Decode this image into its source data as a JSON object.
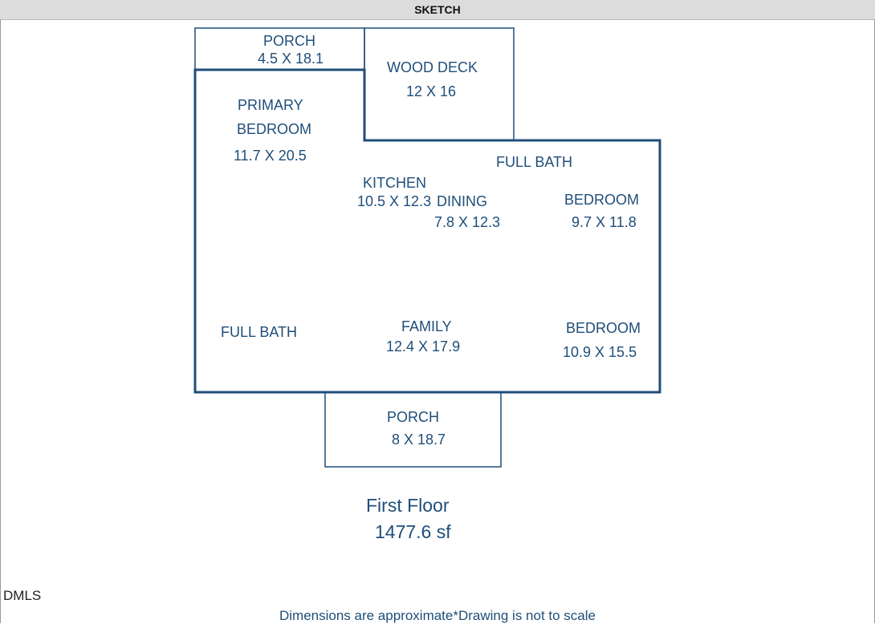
{
  "header": {
    "title": "SKETCH"
  },
  "rooms": {
    "porch_top": {
      "name": "PORCH",
      "dims": "4.5 X 18.1"
    },
    "wood_deck": {
      "name": "WOOD DECK",
      "dims": "12 X 16"
    },
    "primary_bedroom": {
      "name_line1": "PRIMARY",
      "name_line2": "BEDROOM",
      "dims": "11.7 X 20.5"
    },
    "full_bath_right": {
      "name": "FULL BATH"
    },
    "kitchen": {
      "name": "KITCHEN",
      "dims": "10.5 X 12.3"
    },
    "dining": {
      "name": "DINING",
      "dims": "7.8 X 12.3"
    },
    "bedroom_upper": {
      "name": "BEDROOM",
      "dims": "9.7 X 11.8"
    },
    "full_bath_left": {
      "name": "FULL BATH"
    },
    "family": {
      "name": "FAMILY",
      "dims": "12.4 X 17.9"
    },
    "bedroom_lower": {
      "name": "BEDROOM",
      "dims": "10.9 X 15.5"
    },
    "porch_bottom": {
      "name": "PORCH",
      "dims": "8 X 18.7"
    }
  },
  "floor": {
    "name": "First Floor",
    "area": "1477.6 sf"
  },
  "source": "DMLS",
  "footnote": "Dimensions are approximate*Drawing is not to scale",
  "colors": {
    "plan_line": "#1f4e79",
    "label": "#1f4e79",
    "header_bg": "#dcdcdc"
  }
}
